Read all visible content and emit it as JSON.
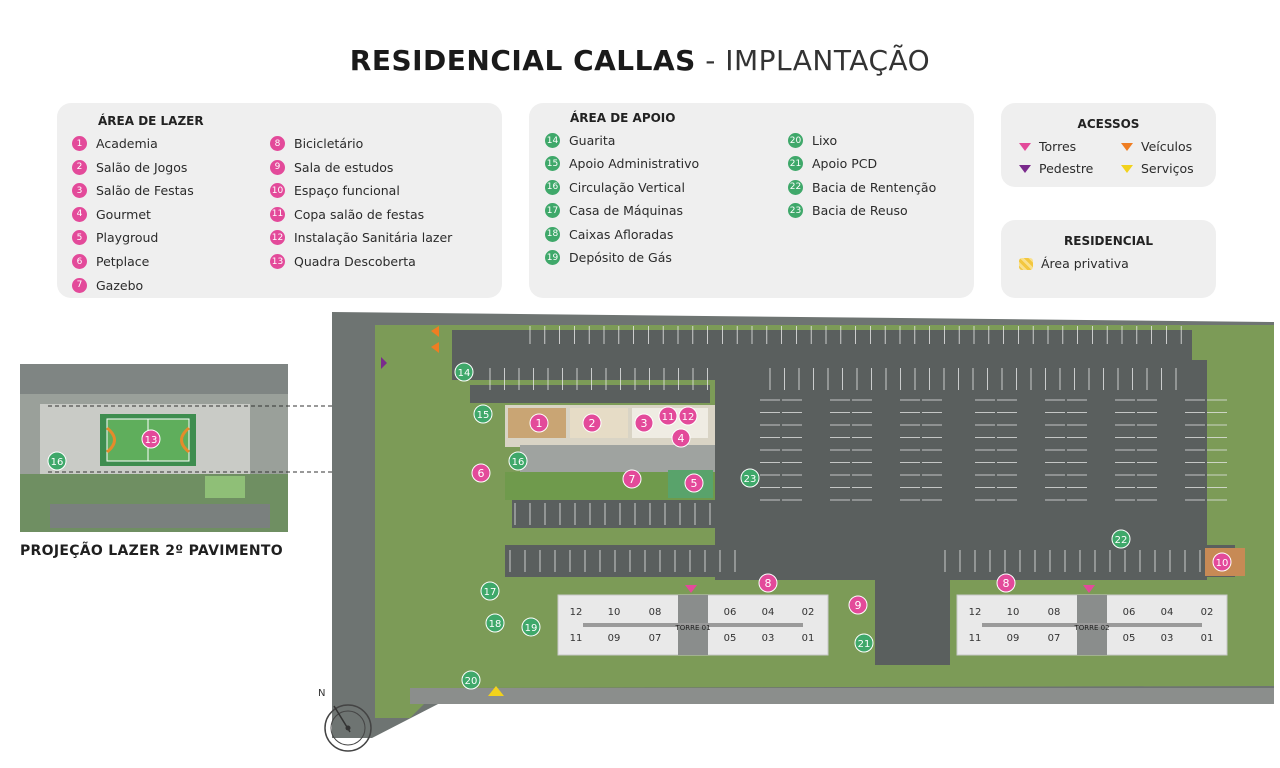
{
  "title": {
    "bold": "RESIDENCIAL CALLAS",
    "sep": " - ",
    "light": "IMPLANTAÇÃO"
  },
  "lazer": {
    "heading": "ÁREA DE LAZER",
    "items": [
      {
        "n": "1",
        "label": "Academia"
      },
      {
        "n": "2",
        "label": "Salão de Jogos"
      },
      {
        "n": "3",
        "label": "Salão de Festas"
      },
      {
        "n": "4",
        "label": "Gourmet"
      },
      {
        "n": "5",
        "label": "Playgroud"
      },
      {
        "n": "6",
        "label": "Petplace"
      },
      {
        "n": "7",
        "label": "Gazebo"
      },
      {
        "n": "8",
        "label": "Bicicletário"
      },
      {
        "n": "9",
        "label": "Sala de estudos"
      },
      {
        "n": "10",
        "label": "Espaço funcional"
      },
      {
        "n": "11",
        "label": "Copa salão de festas"
      },
      {
        "n": "12",
        "label": "Instalação Sanitária lazer"
      },
      {
        "n": "13",
        "label": "Quadra Descoberta"
      }
    ]
  },
  "apoio": {
    "heading": "ÁREA DE APOIO",
    "items": [
      {
        "n": "14",
        "label": "Guarita"
      },
      {
        "n": "15",
        "label": "Apoio Administrativo"
      },
      {
        "n": "16",
        "label": "Circulação Vertical"
      },
      {
        "n": "17",
        "label": "Casa de Máquinas"
      },
      {
        "n": "18",
        "label": "Caixas Afloradas"
      },
      {
        "n": "19",
        "label": "Depósito de Gás"
      },
      {
        "n": "20",
        "label": "Lixo"
      },
      {
        "n": "21",
        "label": "Apoio PCD"
      },
      {
        "n": "22",
        "label": "Bacia de Rentenção"
      },
      {
        "n": "23",
        "label": "Bacia de Reuso"
      }
    ]
  },
  "acessos": {
    "heading": "ACESSOS",
    "items": [
      {
        "label": "Torres",
        "color": "#e34a9a"
      },
      {
        "label": "Veículos",
        "color": "#ef7d22"
      },
      {
        "label": "Pedestre",
        "color": "#7a2a8c"
      },
      {
        "label": "Serviços",
        "color": "#f2d21c"
      }
    ]
  },
  "residencial": {
    "heading": "RESIDENCIAL",
    "item": "Área privativa"
  },
  "projection_label": "PROJEÇÃO LAZER 2º PAVIMENTO",
  "map": {
    "north": "N",
    "markers": [
      {
        "n": "1",
        "c": "pink"
      },
      {
        "n": "2",
        "c": "pink"
      },
      {
        "n": "3",
        "c": "pink"
      },
      {
        "n": "11",
        "c": "pink"
      },
      {
        "n": "12",
        "c": "pink"
      },
      {
        "n": "4",
        "c": "pink"
      },
      {
        "n": "6",
        "c": "pink"
      },
      {
        "n": "7",
        "c": "pink"
      },
      {
        "n": "5",
        "c": "pink"
      },
      {
        "n": "8",
        "c": "pink"
      },
      {
        "n": "8",
        "c": "pink"
      },
      {
        "n": "9",
        "c": "pink"
      },
      {
        "n": "10",
        "c": "pink"
      },
      {
        "n": "13",
        "c": "pink"
      },
      {
        "n": "14",
        "c": "green"
      },
      {
        "n": "15",
        "c": "green"
      },
      {
        "n": "16",
        "c": "green"
      },
      {
        "n": "16",
        "c": "green"
      },
      {
        "n": "17",
        "c": "green"
      },
      {
        "n": "18",
        "c": "green"
      },
      {
        "n": "19",
        "c": "green"
      },
      {
        "n": "20",
        "c": "green"
      },
      {
        "n": "21",
        "c": "green"
      },
      {
        "n": "22",
        "c": "green"
      },
      {
        "n": "23",
        "c": "green"
      }
    ],
    "torre1": {
      "label": "TORRE 01",
      "top": [
        "12",
        "10",
        "08",
        "06",
        "04",
        "02"
      ],
      "bottom": [
        "11",
        "09",
        "07",
        "05",
        "03",
        "01"
      ]
    },
    "torre2": {
      "label": "TORRE 02",
      "top": [
        "12",
        "10",
        "08",
        "06",
        "04",
        "02"
      ],
      "bottom": [
        "11",
        "09",
        "07",
        "05",
        "03",
        "01"
      ]
    }
  },
  "colors": {
    "pink": "#e34a9a",
    "green": "#3fa86a",
    "grass": "#6f9a4c",
    "asphalt": "#5a5f5e",
    "road": "#6b6f6e"
  }
}
